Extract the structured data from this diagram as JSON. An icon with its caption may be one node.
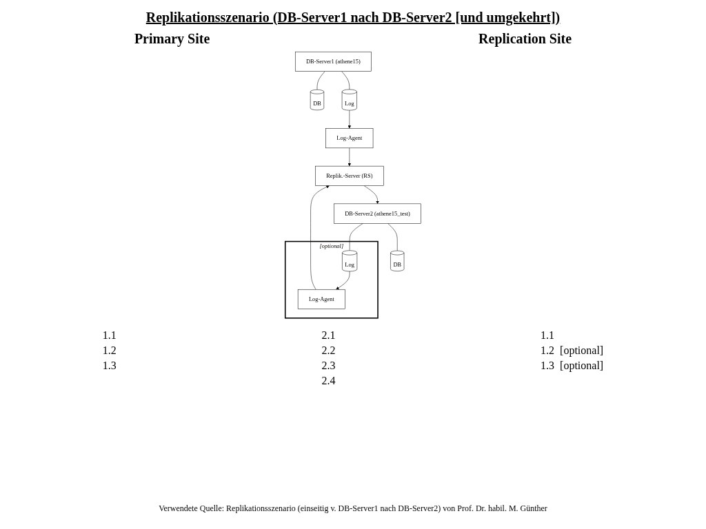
{
  "diagram": {
    "title": "Replikationsszenario (DB-Server1 nach DB-Server2 [und umgekehrt])",
    "nodes": [
      {
        "text": [
          "DB-Server1 (athene15)"
        ]
      },
      {
        "text": [
          "Replik.-Server (RS)"
        ]
      },
      {
        "text": [
          "DB-Server2 (athene15_test)"
        ]
      },
      {
        "text": [
          "DB"
        ]
      },
      {
        "text": [
          "Log"
        ]
      },
      {
        "text": [
          "Log-Agent"
        ]
      },
      {
        "text": [
          "[optional]"
        ]
      },
      {
        "text": [
          "Log-Agent"
        ],
        "in": 6
      },
      {
        "text": [
          "Log"
        ],
        "in": 6
      },
      {
        "text": [
          "DB"
        ]
      }
    ],
    "edges": [
      {
        "from": 0,
        "to": 3,
        "arrow": "none"
      },
      {
        "from": 0,
        "to": 4,
        "arrow": "none"
      },
      {
        "from": 4,
        "to": 5,
        "arrow": "to"
      },
      {
        "from": 5,
        "to": 1,
        "arrow": "to"
      },
      {
        "from": 1,
        "to": 2,
        "arrow": "to"
      },
      {
        "from": 7,
        "to": 1,
        "arrow": "to"
      },
      {
        "from": 8,
        "to": 7,
        "arrow": "to"
      },
      {
        "from": 2,
        "to": 8,
        "arrow": "none"
      },
      {
        "from": 2,
        "to": 9,
        "arrow": "none"
      }
    ],
    "labels": [
      "Primary Site",
      "Replication Site",
      "1.1",
      "1.2",
      "1.3",
      "2.1",
      "2.2",
      "2.3",
      "2.4",
      "1.1",
      "1.2  [optional]",
      "1.3  [optional]"
    ],
    "caption": "Verwendete Quelle:  Replikationsszenario (einseitig v. DB-Server1 nach DB-Server2) von Prof. Dr. habil. M. Günther"
  }
}
